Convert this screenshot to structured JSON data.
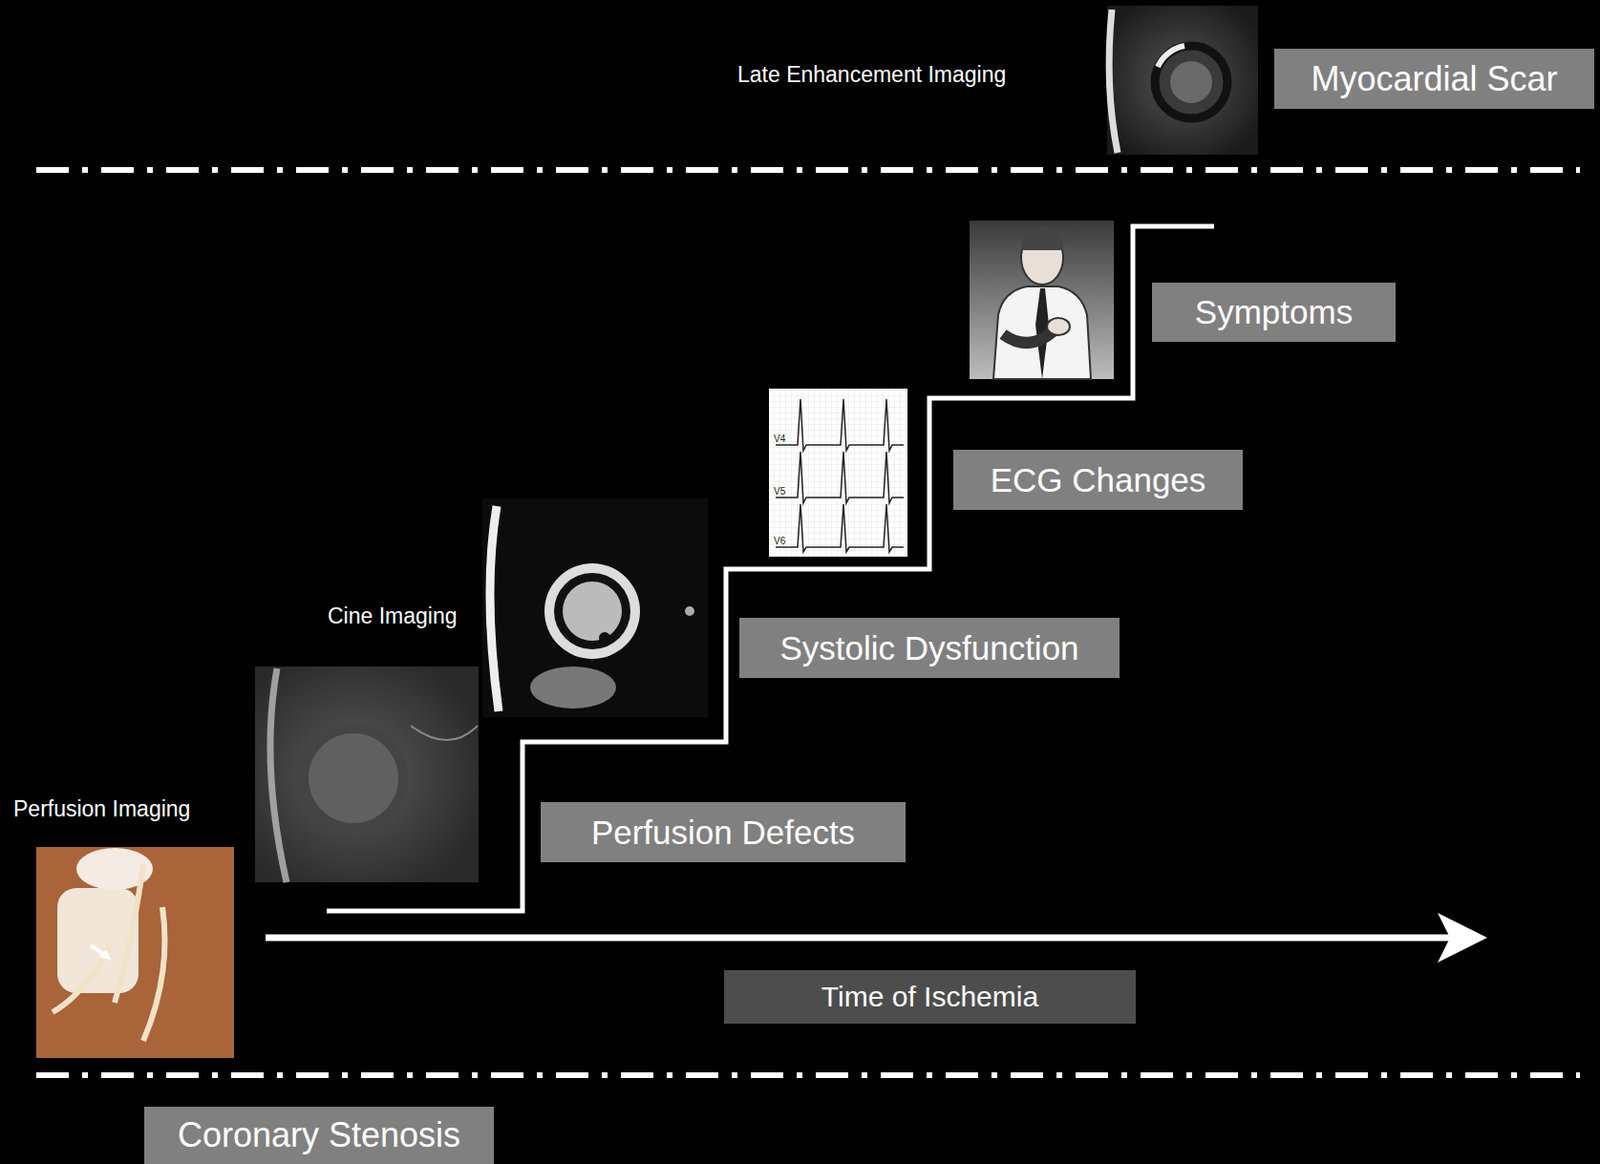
{
  "diagram": {
    "nodes": [
      {
        "text": [
          "Myocardial Scar"
        ]
      },
      {
        "text": [
          "Symptoms"
        ]
      },
      {
        "text": [
          "ECG Changes"
        ]
      },
      {
        "text": [
          "Systolic Dysfunction"
        ]
      },
      {
        "text": [
          "Perfusion Defects"
        ]
      },
      {
        "text": [
          "Time of Ischemia"
        ]
      },
      {
        "text": [
          "Coronary Stenosis"
        ]
      }
    ],
    "labels": [
      "Late Enhancement Imaging",
      "Cine Imaging",
      "Perfusion Imaging",
      "V4",
      "V5",
      "V6"
    ]
  }
}
